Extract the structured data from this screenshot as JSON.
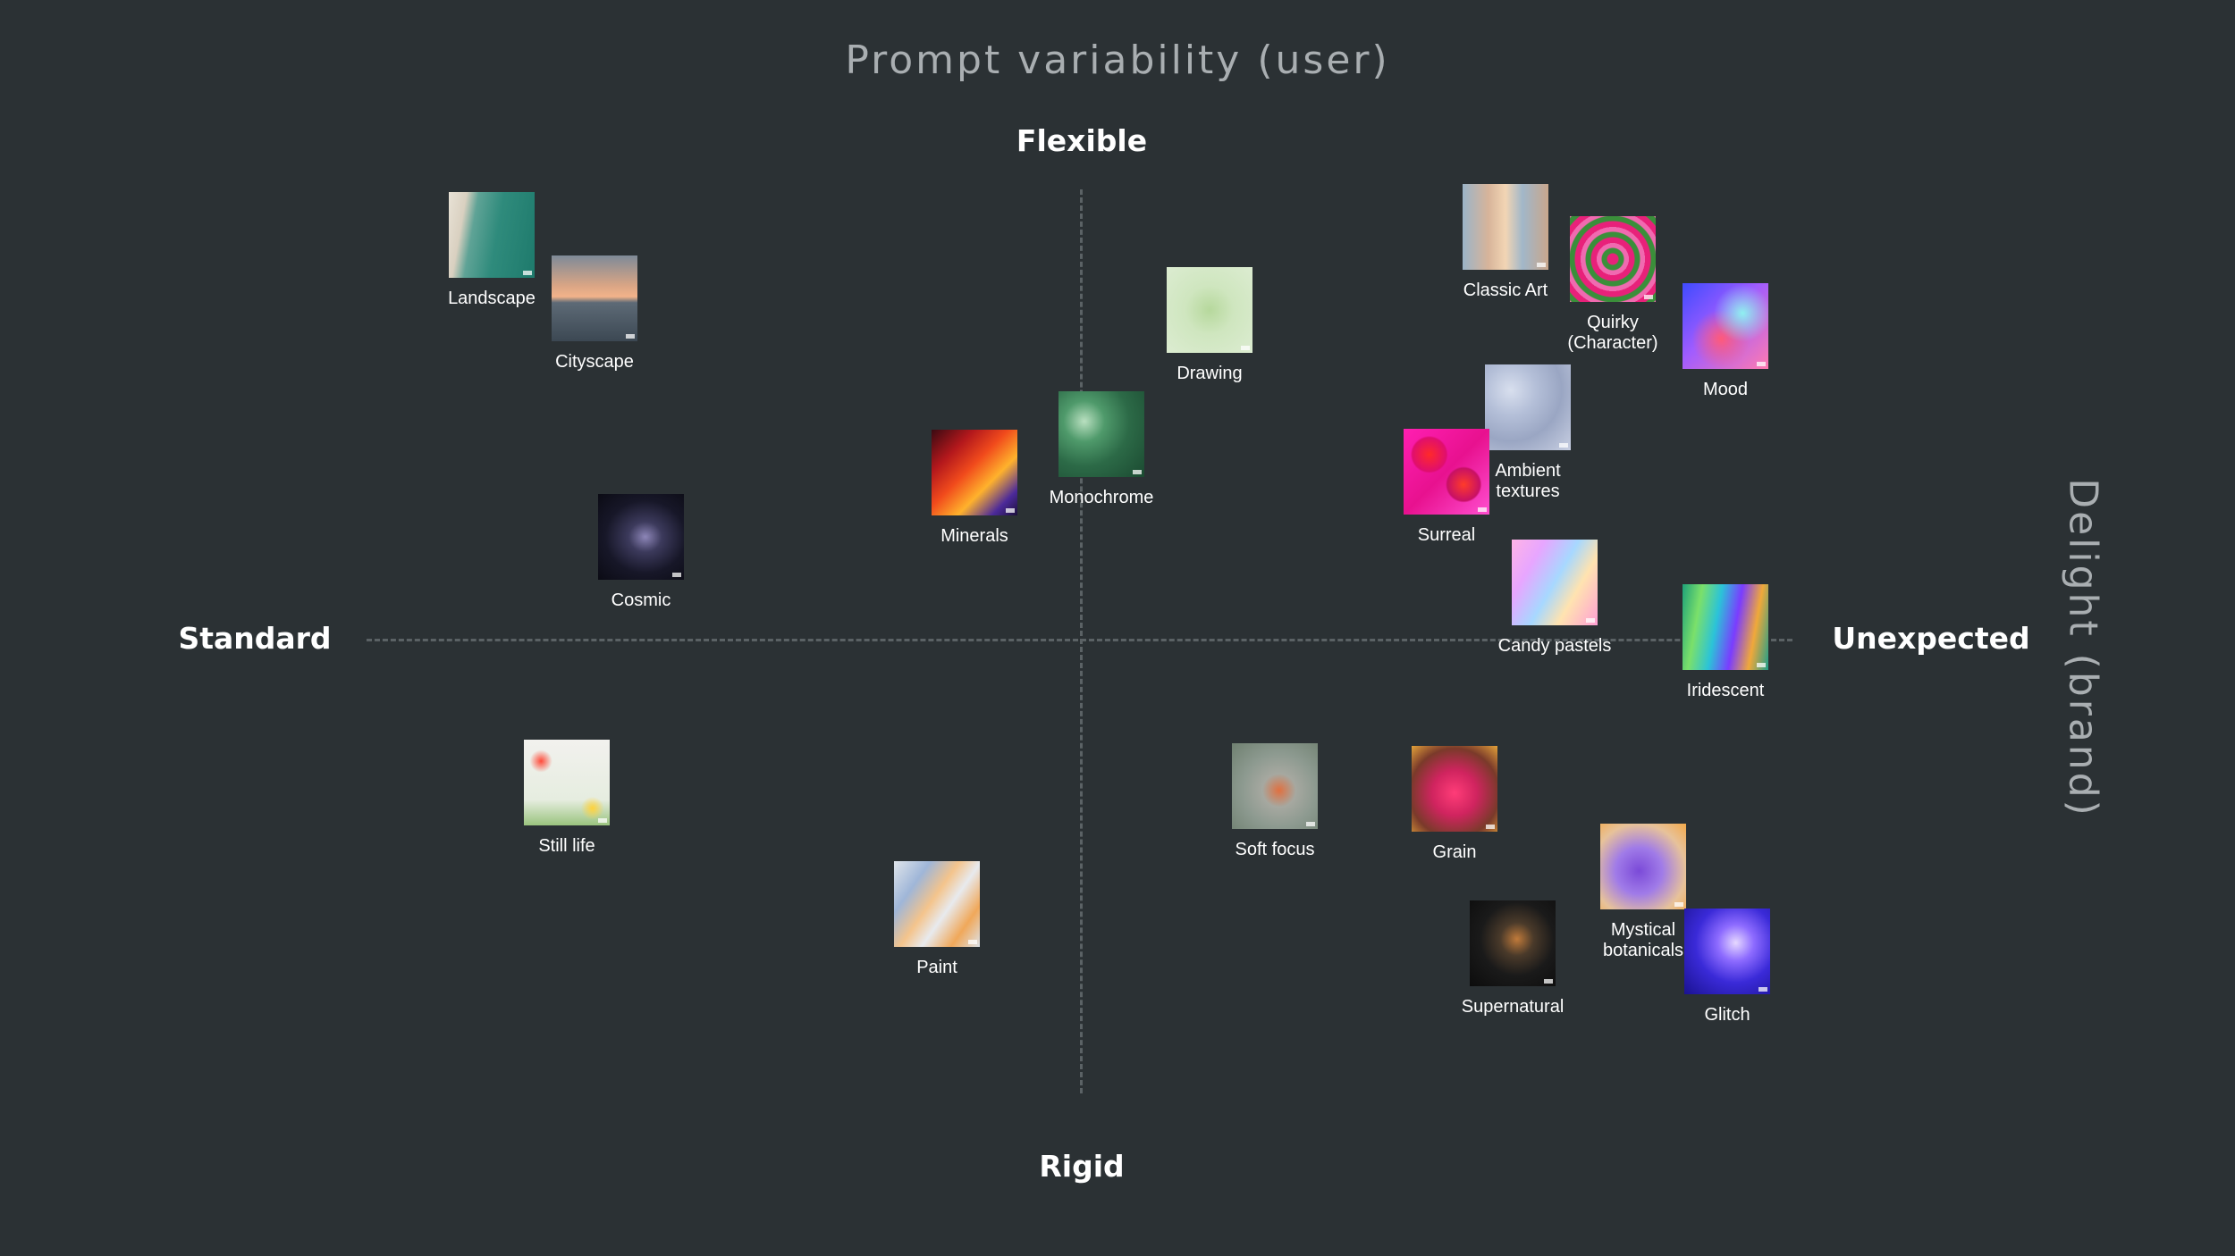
{
  "diagram": {
    "title": "Prompt variability (user)",
    "side_title": "Delight (brand)",
    "axes": {
      "top": "Flexible",
      "bottom": "Rigid",
      "left": "Standard",
      "right": "Unexpected"
    },
    "items": [
      {
        "id": "landscape",
        "label": "Landscape",
        "thumbnail": "coastline aerial"
      },
      {
        "id": "cityscape",
        "label": "Cityscape",
        "thumbnail": "sunset skyline"
      },
      {
        "id": "cosmic",
        "label": "Cosmic",
        "thumbnail": "starry galaxy"
      },
      {
        "id": "minerals",
        "label": "Minerals",
        "thumbnail": "red orange crystals"
      },
      {
        "id": "monochrome",
        "label": "Monochrome",
        "thumbnail": "green leaves"
      },
      {
        "id": "drawing",
        "label": "Drawing",
        "thumbnail": "fern sketch"
      },
      {
        "id": "classic-art",
        "label": "Classic Art",
        "thumbnail": "painted building"
      },
      {
        "id": "quirky",
        "label": "Quirky\n(Character)",
        "thumbnail": "pink green pattern"
      },
      {
        "id": "mood",
        "label": "Mood",
        "thumbnail": "colorful blur"
      },
      {
        "id": "ambient-textures",
        "label": "Ambient\ntextures",
        "thumbnail": "bubbly texture"
      },
      {
        "id": "surreal",
        "label": "Surreal",
        "thumbnail": "magenta poppies"
      },
      {
        "id": "candy-pastels",
        "label": "Candy pastels",
        "thumbnail": "pastel gradient"
      },
      {
        "id": "iridescent",
        "label": "Iridescent",
        "thumbnail": "holographic swirl"
      },
      {
        "id": "still-life",
        "label": "Still life",
        "thumbnail": "wildflowers"
      },
      {
        "id": "paint",
        "label": "Paint",
        "thumbnail": "brush strokes"
      },
      {
        "id": "soft-focus",
        "label": "Soft focus",
        "thumbnail": "blurred bird"
      },
      {
        "id": "grain",
        "label": "Grain",
        "thumbnail": "pink flower"
      },
      {
        "id": "mystical-botanicals",
        "label": "Mystical\nbotanicals",
        "thumbnail": "purple iris"
      },
      {
        "id": "supernatural",
        "label": "Supernatural",
        "thumbnail": "dark smoke"
      },
      {
        "id": "glitch",
        "label": "Glitch",
        "thumbnail": "blue purple distortion"
      }
    ]
  }
}
